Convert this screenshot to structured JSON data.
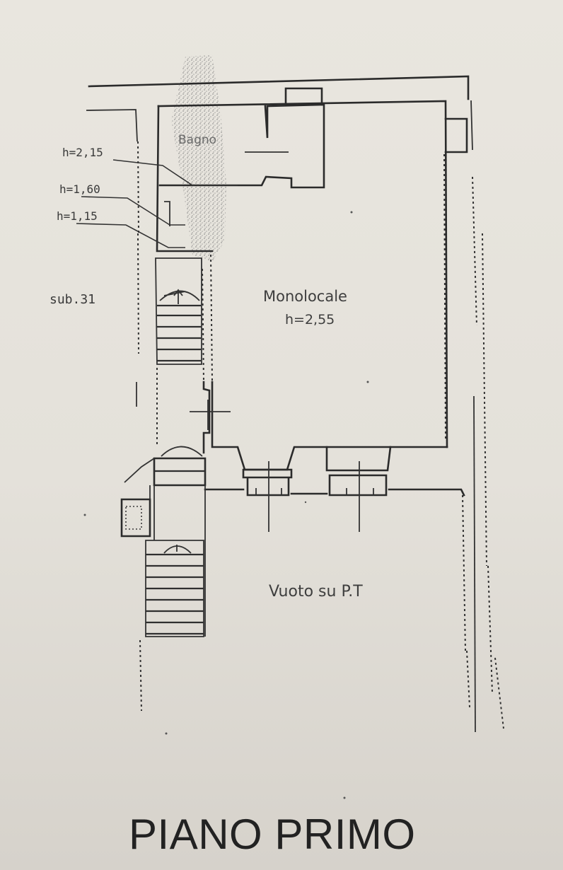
{
  "plan": {
    "title": "PIANO PRIMO",
    "rooms": {
      "bagno": "Bagno",
      "monolocale": "Monolocale",
      "monolocale_height": "h=2,55",
      "vuoto": "Vuoto su P.T"
    },
    "heights": {
      "h1": "h=2,15",
      "h2": "h=1,60",
      "h3": "h=1,15"
    },
    "unit": "sub.31"
  }
}
